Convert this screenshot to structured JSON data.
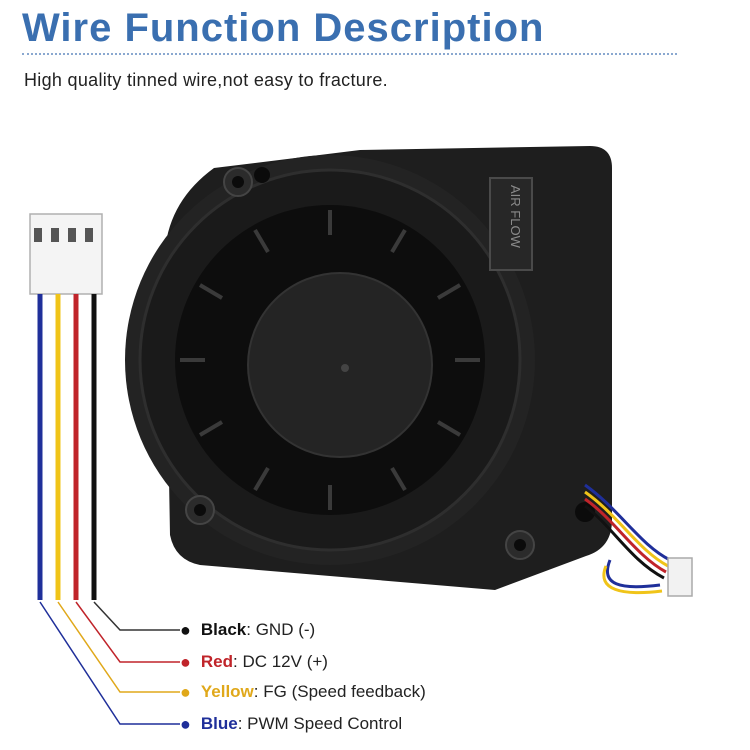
{
  "header": {
    "title": "Wire Function Description",
    "subtitle": "High quality tinned wire,not easy to fracture."
  },
  "product": {
    "label_text": "AIR FLOW"
  },
  "wires": [
    {
      "color_name": "Black",
      "function": ": GND (-)",
      "color": "#111111",
      "label_color": "#111111",
      "dot": "●"
    },
    {
      "color_name": "Red",
      "function": ": DC 12V (+)",
      "color": "#c0242a",
      "label_color": "#c0242a",
      "dot": "●"
    },
    {
      "color_name": "Yellow",
      "function": ": FG (Speed feedback)",
      "color": "#f0c419",
      "label_color": "#e0a81a",
      "dot": "●"
    },
    {
      "color_name": "Blue",
      "function": ": PWM Speed Control",
      "color": "#1f2f9a",
      "label_color": "#1f2f9a",
      "dot": "●"
    }
  ]
}
